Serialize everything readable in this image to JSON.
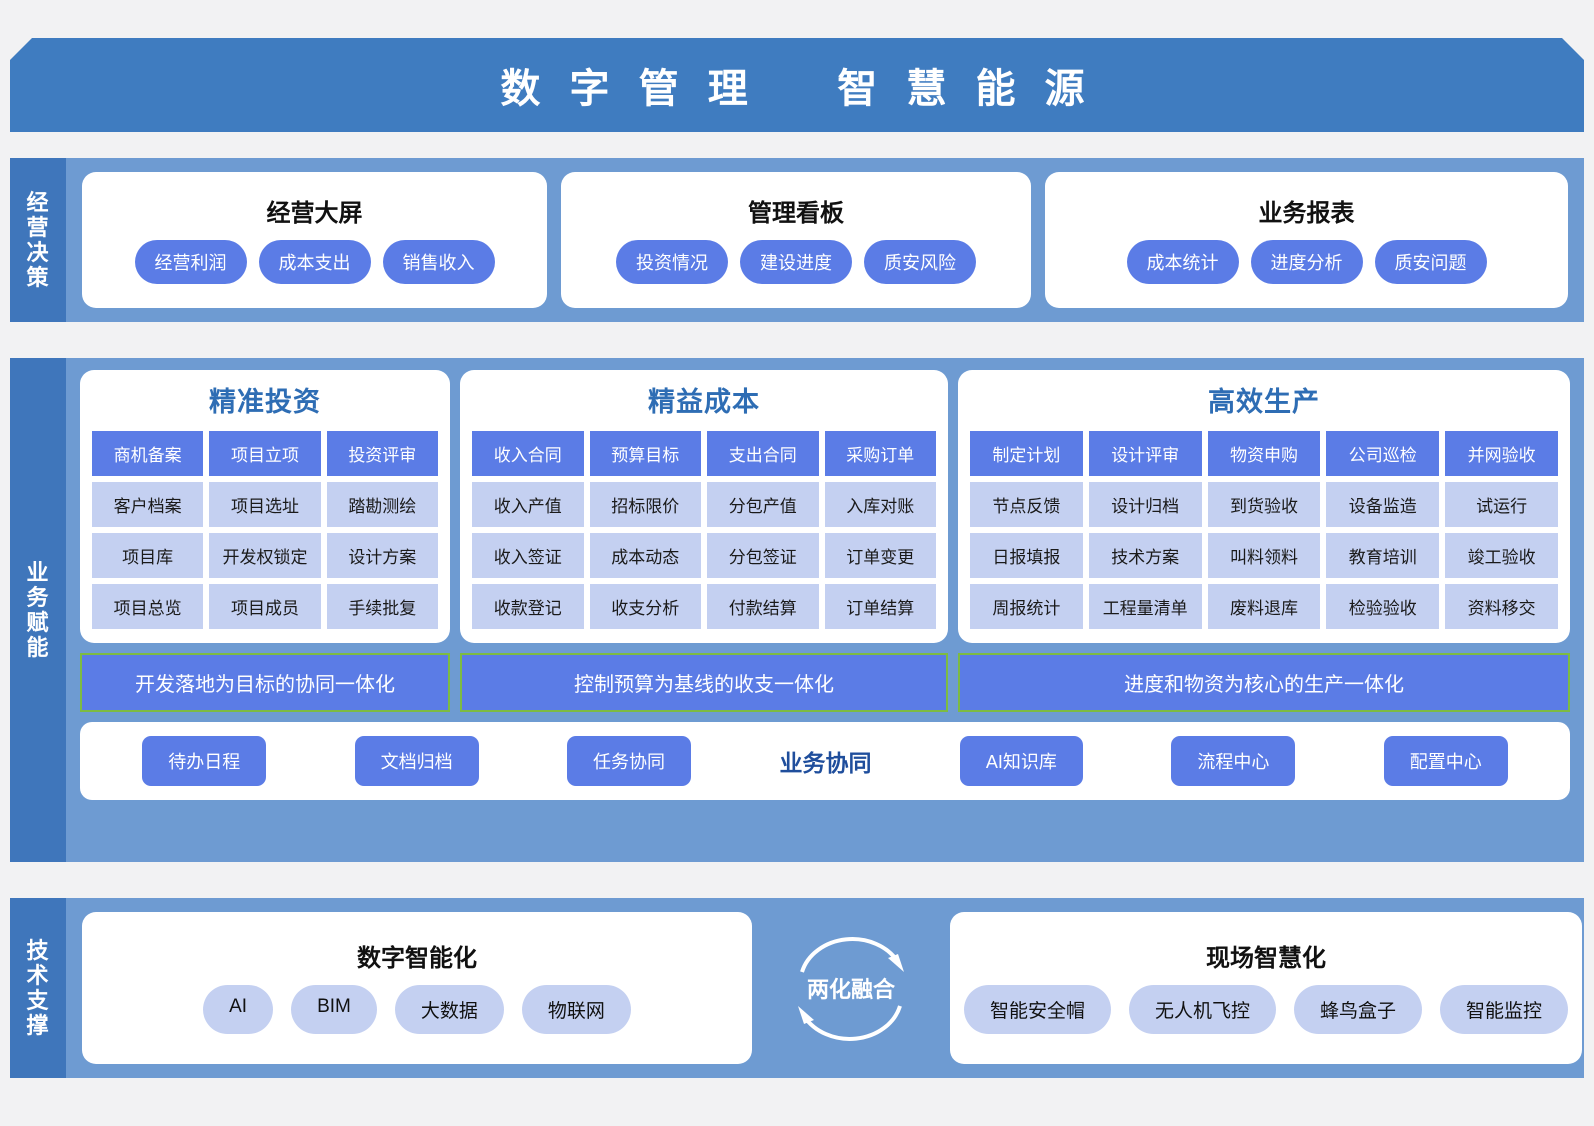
{
  "banner": {
    "title": "数 字 管 理    智 慧 能 源"
  },
  "decision": {
    "tab": "经营决策",
    "cards": [
      {
        "title": "经营大屏",
        "items": [
          "经营利润",
          "成本支出",
          "销售收入"
        ]
      },
      {
        "title": "管理看板",
        "items": [
          "投资情况",
          "建设进度",
          "质安风险"
        ]
      },
      {
        "title": "业务报表",
        "items": [
          "成本统计",
          "进度分析",
          "质安问题"
        ]
      }
    ]
  },
  "empower": {
    "tab": "业务赋能",
    "cards": [
      {
        "title": "精准投资",
        "headers": [
          "商机备案",
          "项目立项",
          "投资评审"
        ],
        "rows": [
          [
            "客户档案",
            "项目选址",
            "踏勘测绘"
          ],
          [
            "项目库",
            "开发权锁定",
            "设计方案"
          ],
          [
            "项目总览",
            "项目成员",
            "手续批复"
          ]
        ],
        "summary": "开发落地为目标的协同一体化"
      },
      {
        "title": "精益成本",
        "headers": [
          "收入合同",
          "预算目标",
          "支出合同",
          "采购订单"
        ],
        "rows": [
          [
            "收入产值",
            "招标限价",
            "分包产值",
            "入库对账"
          ],
          [
            "收入签证",
            "成本动态",
            "分包签证",
            "订单变更"
          ],
          [
            "收款登记",
            "收支分析",
            "付款结算",
            "订单结算"
          ]
        ],
        "summary": "控制预算为基线的收支一体化"
      },
      {
        "title": "高效生产",
        "headers": [
          "制定计划",
          "设计评审",
          "物资申购",
          "公司巡检",
          "并网验收"
        ],
        "rows": [
          [
            "节点反馈",
            "设计归档",
            "到货验收",
            "设备监造",
            "试运行"
          ],
          [
            "日报填报",
            "技术方案",
            "叫料领料",
            "教育培训",
            "竣工验收"
          ],
          [
            "周报统计",
            "工程量清单",
            "废料退库",
            "检验验收",
            "资料移交"
          ]
        ],
        "summary": "进度和物资为核心的生产一体化"
      }
    ],
    "collaboration": {
      "label": "业务协同",
      "left_buttons": [
        "待办日程",
        "文档归档",
        "任务协同"
      ],
      "right_buttons": [
        "AI知识库",
        "流程中心",
        "配置中心"
      ]
    }
  },
  "support": {
    "tab": "技术支撑",
    "left_card": {
      "title": "数字智能化",
      "items": [
        "AI",
        "BIM",
        "大数据",
        "物联网"
      ]
    },
    "fusion": {
      "label": "两化融合",
      "icon": "cycle-arrows-icon"
    },
    "right_card": {
      "title": "现场智慧化",
      "items": [
        "智能安全帽",
        "无人机飞控",
        "蜂鸟盒子",
        "智能监控"
      ]
    }
  },
  "colors": {
    "banner_blue": "#3f7cc0",
    "band_blue": "#6e9bd2",
    "tab_blue": "#3f76bb",
    "accent_blue": "#5b7ce6",
    "cell_lavender": "#c4d0f1",
    "title_blue": "#2e6db4",
    "green_border": "#7dbb42",
    "page_bg": "#f2f2f3"
  }
}
